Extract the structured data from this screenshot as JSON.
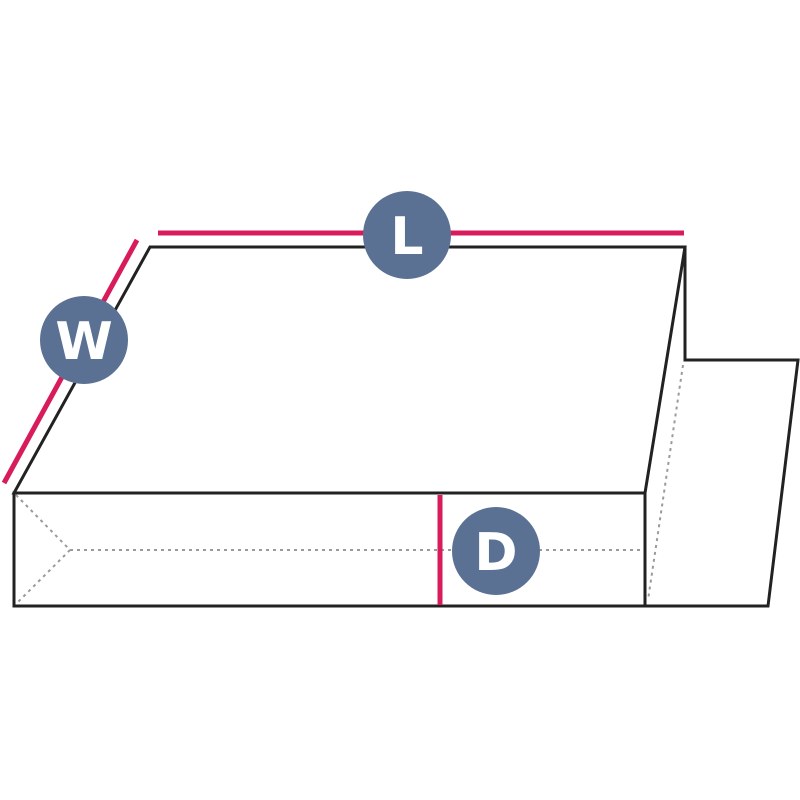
{
  "labels": {
    "length": "L",
    "width": "W",
    "depth": "D"
  },
  "colors": {
    "dimension_line": "#d81b5a",
    "badge": "#5b7193",
    "outline": "#222222",
    "dotted": "#9a9a9a"
  }
}
